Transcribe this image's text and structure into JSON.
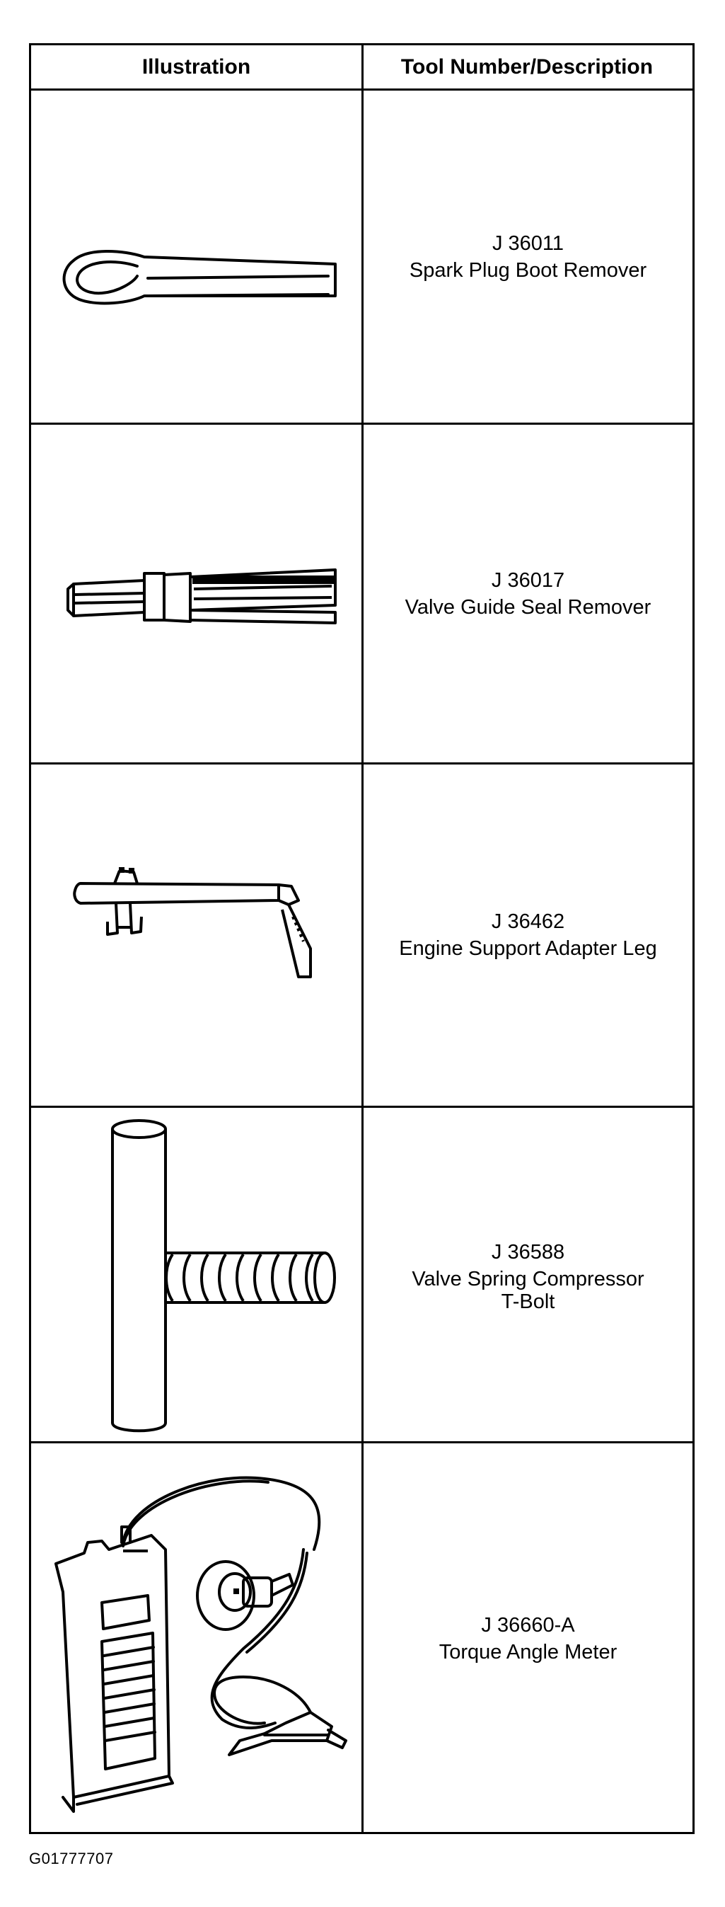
{
  "table": {
    "header": {
      "illustration": "Illustration",
      "description": "Tool Number/Description"
    },
    "rows": [
      {
        "tool_number": "J 36011",
        "description": "Spark Plug Boot Remover",
        "icon": "spark-plug-boot-remover-icon"
      },
      {
        "tool_number": "J 36017",
        "description": "Valve Guide Seal Remover",
        "icon": "valve-guide-seal-remover-icon"
      },
      {
        "tool_number": "J 36462",
        "description": "Engine Support Adapter Leg",
        "icon": "engine-support-adapter-leg-icon"
      },
      {
        "tool_number": "J 36588",
        "description": "Valve Spring Compressor",
        "description_line2": "T-Bolt",
        "icon": "valve-spring-compressor-tbolt-icon"
      },
      {
        "tool_number": "J 36660-A",
        "description": "Torque Angle Meter",
        "icon": "torque-angle-meter-icon"
      }
    ]
  },
  "figure_id": "G01777707"
}
